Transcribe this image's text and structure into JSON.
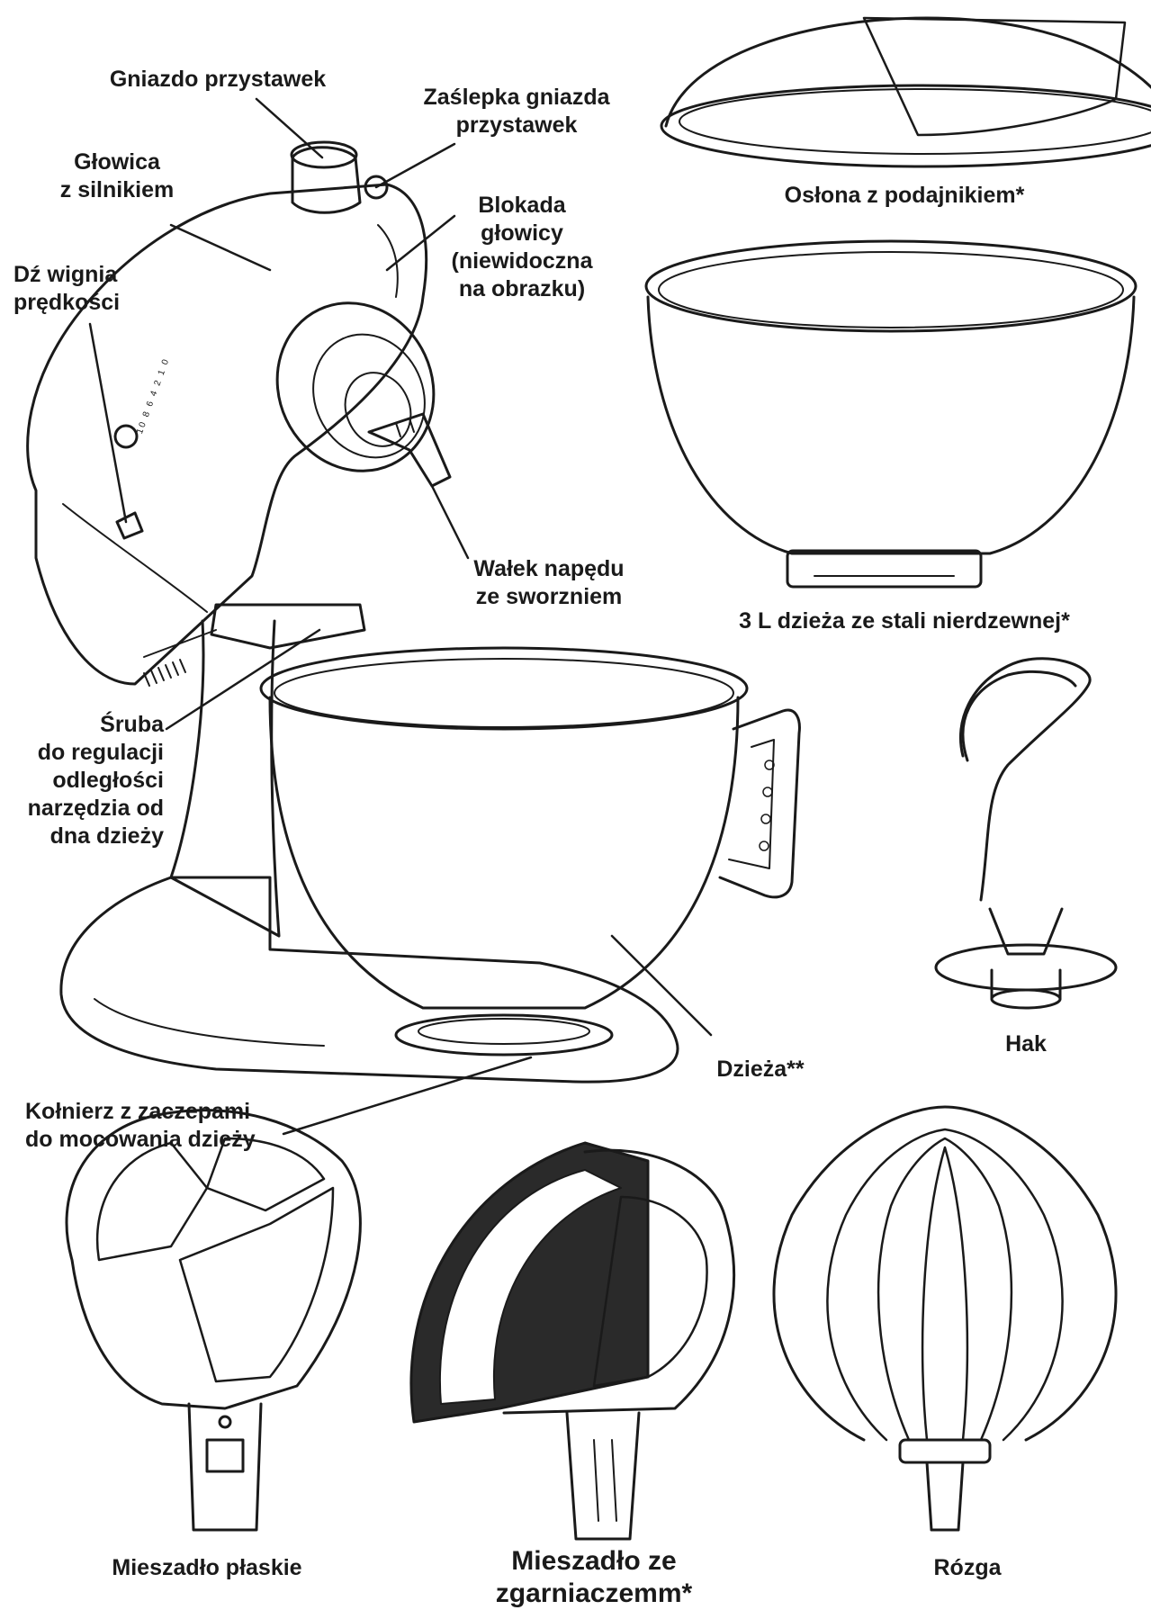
{
  "labels": {
    "attachment_hub": "Gniazdo przystawek",
    "hub_cover": [
      "Zaślepka gniazda",
      "przystawek"
    ],
    "motor_head": [
      "Głowica",
      "z silnikiem"
    ],
    "speed_lever": [
      "Dź wignia",
      "prędkości"
    ],
    "head_lock": [
      "Blokada",
      "głowicy",
      "(niewidoczna",
      "na obrazku)"
    ],
    "drive_shaft": [
      "Wałek napędu",
      "ze sworzniem"
    ],
    "pour_shield": "Osłona z podajnikiem*",
    "steel_bowl": "3 L dzieża ze stali nierdzewnej*",
    "height_screw": [
      "Śruba",
      "do regulacji",
      "odległości",
      "narzędzia od",
      "dna dzieży"
    ],
    "dough_hook": "Hak",
    "bowl": "Dzieża**",
    "clamping_plate": [
      "Kołnierz z zaczepami",
      "do mocowania dzieży"
    ],
    "flat_beater": "Mieszadło płaskie",
    "flex_beater": [
      "Mieszadło ze",
      "zgarniaczemm*"
    ],
    "wire_whip": "Rózga"
  },
  "speed_scale": [
    "10",
    "8",
    "6",
    "4",
    "2",
    "1",
    "0"
  ]
}
